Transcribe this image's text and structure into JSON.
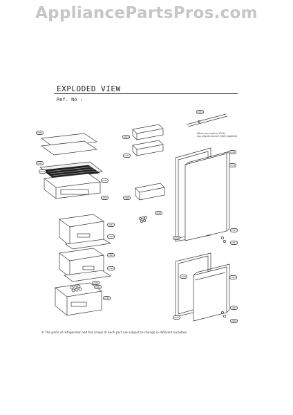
{
  "watermark": "AppliancePartsPros.com",
  "heading": "EXPLODED VIEW",
  "ref_label": "Ref. No :",
  "note": {
    "line1": "When you service 2016,",
    "line2": "you should service 2016, together"
  },
  "footnote": "※ The parts of refrigerator and the shape of each part are subject to change in different localities.",
  "part_labels": {
    "shelf_top": "2031",
    "shelf_glass": "2041",
    "crisper_cover": "2021",
    "crisper_frame": "2023",
    "basket_upper": "2017",
    "door_bin_1": "2016",
    "door_bin_2": "2015",
    "door_bin_3": "2026",
    "egg_tray": "2012",
    "hinge_top": "2031",
    "gasket_upper": "2019",
    "door_upper": "2013",
    "drawer_1": "2041",
    "drawer_1_cover": "2037",
    "drawer_2": "2042",
    "drawer_2_cover": "2044",
    "ice_tray": "2015",
    "drawer_3": "2043",
    "drawer_3_front": "2014",
    "gasket_upper_side": "2018",
    "hinge_mid_a": "2021",
    "hinge_mid_b": "2021",
    "gasket_lower": "2036",
    "door_lower": "2043",
    "gasket_lower_side": "2037",
    "hinge_low_a": "2021",
    "hinge_low_b": "2024"
  }
}
